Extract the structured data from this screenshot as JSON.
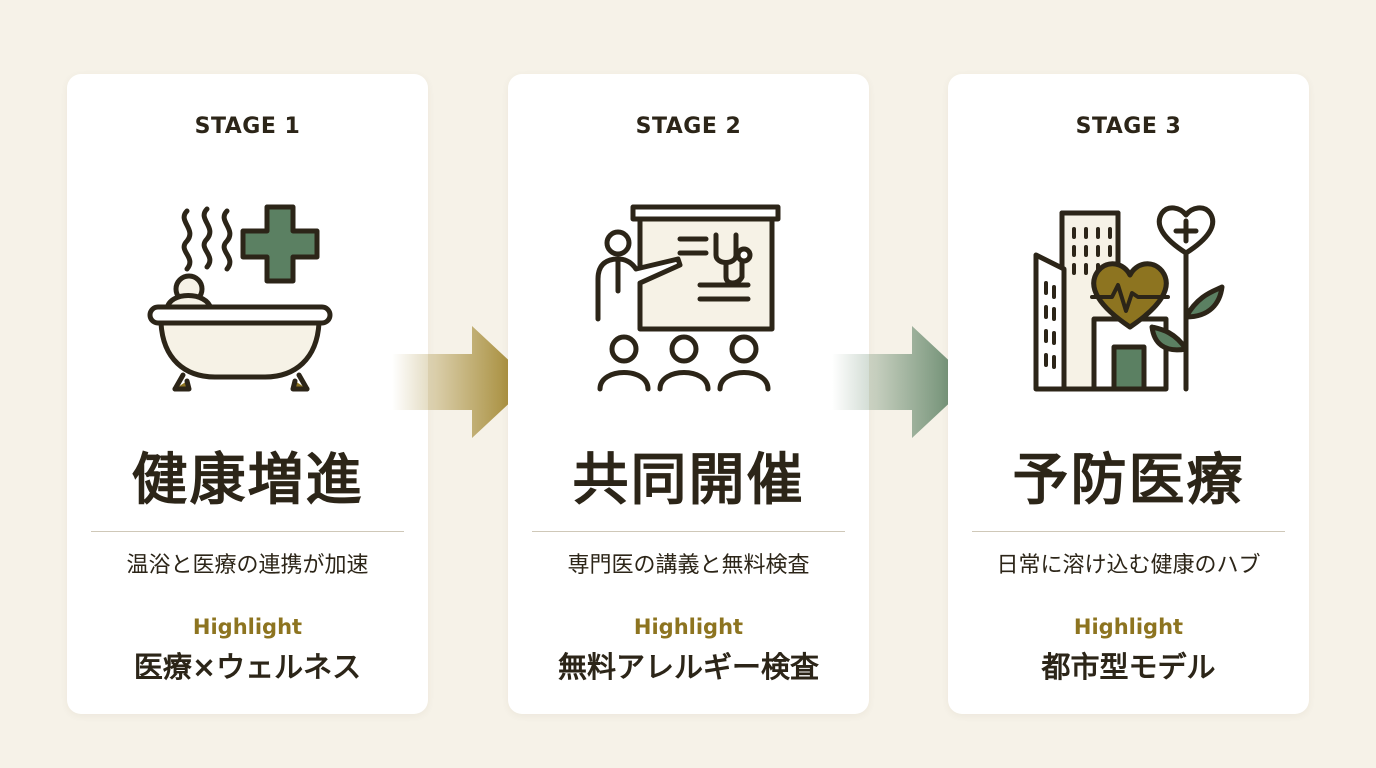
{
  "colors": {
    "background": "#f6f2e8",
    "card": "#ffffff",
    "ink": "#2c2518",
    "gold": "#8d7420",
    "green": "#5b8062",
    "cream": "#f6f2e6",
    "divider": "#cfc8b8"
  },
  "stages": [
    {
      "label": "STAGE 1",
      "icon": "bathtub-medical-cross-icon",
      "title": "健康増進",
      "description": "温浴と医療の連携が加速",
      "highlight_label": "Highlight",
      "highlight_value": "医療×ウェルネス"
    },
    {
      "label": "STAGE 2",
      "icon": "seminar-presentation-icon",
      "title": "共同開催",
      "description": "専門医の講義と無料検査",
      "highlight_label": "Highlight",
      "highlight_value": "無料アレルギー検査"
    },
    {
      "label": "STAGE 3",
      "icon": "city-health-hub-icon",
      "title": "予防医療",
      "description": "日常に溶け込む健康のハブ",
      "highlight_label": "Highlight",
      "highlight_value": "都市型モデル"
    }
  ],
  "arrows": [
    {
      "icon": "arrow-right-icon",
      "color": "#9a7d1f"
    },
    {
      "icon": "arrow-right-icon",
      "color": "#5b8062"
    }
  ]
}
